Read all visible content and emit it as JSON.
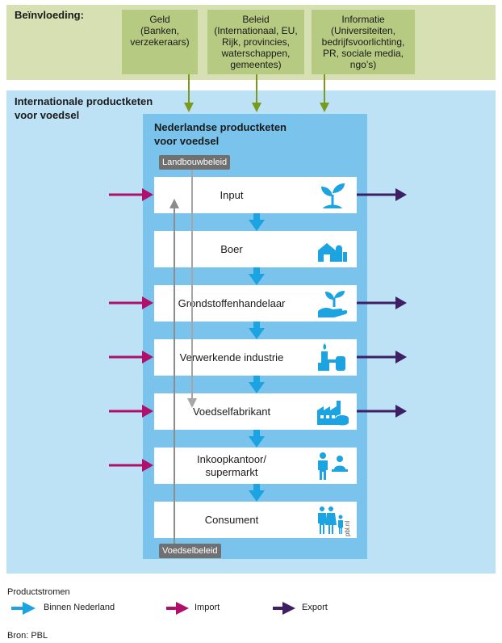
{
  "influence": {
    "title": "Beïnvloeding:",
    "boxes": [
      "Geld\n(Banken,\nverzekeraars)",
      "Beleid\n(Internationaal, EU,\nRijk, provincies,\nwaterschappen,\ngemeentes)",
      "Informatie\n(Universiteiten,\nbedrijfsvoorlichting,\nPR, sociale media,\nngo’s)"
    ]
  },
  "international": {
    "title": "Internationale productketen\nvoor voedsel"
  },
  "national": {
    "title": "Nederlandse productketen\nvoor voedsel"
  },
  "policies": {
    "agriculture": "Landbouwbeleid",
    "food": "Voedselbeleid"
  },
  "steps": [
    {
      "label": "Input",
      "icon": "seedling-icon",
      "import": true,
      "export": true
    },
    {
      "label": "Boer",
      "icon": "farm-barn-icon",
      "import": false,
      "export": false
    },
    {
      "label": "Grondstoffenhandelaar",
      "icon": "hand-plant-icon",
      "import": true,
      "export": true
    },
    {
      "label": "Verwerkende industrie",
      "icon": "processing-plant-icon",
      "import": true,
      "export": true
    },
    {
      "label": "Voedselfabrikant",
      "icon": "factory-can-icon",
      "import": true,
      "export": true
    },
    {
      "label": "Inkoopkantoor/\nsupermarkt",
      "icon": "shop-counter-icon",
      "import": true,
      "export": false
    },
    {
      "label": "Consument",
      "icon": "family-icon",
      "import": false,
      "export": false
    }
  ],
  "watermark": "pbl.nl",
  "legend": {
    "title": "Productstromen",
    "domestic": "Binnen Nederland",
    "import": "Import",
    "export": "Export"
  },
  "source": "Bron: PBL",
  "colors": {
    "domestic": "#1ba3e2",
    "import": "#b10f6c",
    "export": "#3f1f63",
    "influence": "#7a9a1c",
    "policy_arrow": "#8c8c8c"
  }
}
